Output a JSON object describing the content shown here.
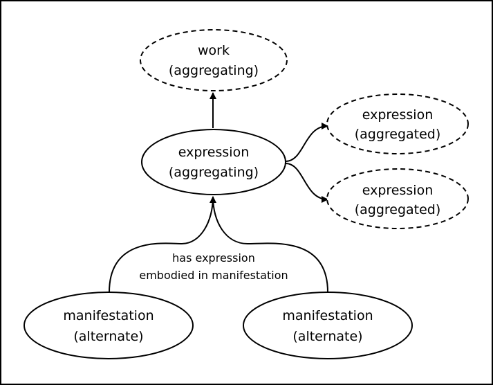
{
  "nodes": {
    "work": {
      "line1": "work",
      "line2": "(aggregating)"
    },
    "expression_aggregating": {
      "line1": "expression",
      "line2": "(aggregating)"
    },
    "expression_aggregated_top": {
      "line1": "expression",
      "line2": "(aggregated)"
    },
    "expression_aggregated_bottom": {
      "line1": "expression",
      "line2": "(aggregated)"
    },
    "manifestation_left": {
      "line1": "manifestation",
      "line2": "(alternate)"
    },
    "manifestation_right": {
      "line1": "manifestation",
      "line2": "(alternate)"
    }
  },
  "edges": {
    "embodied": {
      "line1": "has expression",
      "line2": "embodied in manifestation"
    }
  }
}
